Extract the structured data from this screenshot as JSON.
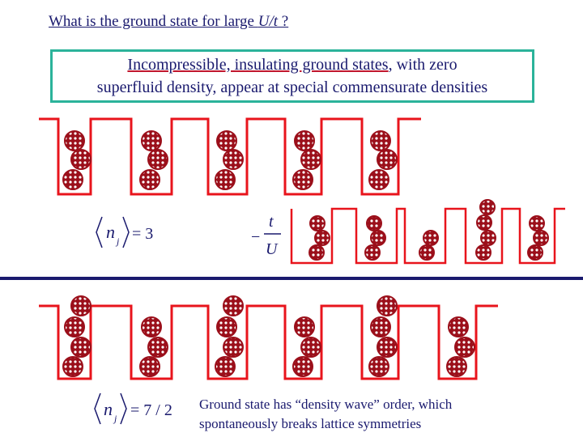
{
  "title": {
    "prefix": "What is the ground state for large ",
    "italic": "U/t",
    "suffix": " ?"
  },
  "box": {
    "underlined": "Incompressible, insulating ground states",
    "rest": ", with zero",
    "line2": "superfluid density, appear at special commensurate densities"
  },
  "labels": {
    "density_top": "= 3",
    "density_bottom": "= 7 / 2",
    "n": "n",
    "j": "j",
    "ratio_minus": "−",
    "ratio_num": "t",
    "ratio_den": "U"
  },
  "caption": {
    "line1": "Ground state has “density wave” order, which",
    "line2": "spontaneously breaks lattice symmetries"
  },
  "colors": {
    "lattice": "#e8141c",
    "particle": "#9b0f1a",
    "divider": "#1a1a6e",
    "text": "#1a1a6e",
    "box_border": "#2bb39a"
  }
}
